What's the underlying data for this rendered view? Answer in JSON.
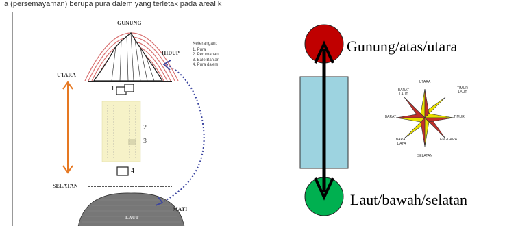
{
  "top_text": "a (persemayaman) berupa pura dalem yang terletak pada areal k",
  "left_diagram": {
    "gunung": "GUNUNG",
    "hidup": "HIDUP",
    "utara": "UTARA",
    "selatan": "SELATAN",
    "mati": "MATI",
    "laut": "LAUT",
    "num1": "1",
    "num2": "2",
    "num3": "3",
    "num4": "4",
    "legend_title": "Keterangan;",
    "legend_items": [
      "1. Pura",
      "2. Perumahan",
      "3. Bale Banjar",
      "4. Pura dalem"
    ]
  },
  "right_diagram": {
    "top_label": "Gunung/atas/utara",
    "bottom_label": "Laut/bawah/selatan",
    "colors": {
      "top_circle": "#c00000",
      "bottom_circle": "#00b050",
      "rect": "#9dd3e0",
      "star_yellow": "#e8e000",
      "star_red": "#c0302a"
    },
    "compass": {
      "utara": "UTARA",
      "timur_laut": "TIMUR LAUT",
      "timur": "TIMUR",
      "tenggara": "TENGGARA",
      "selatan": "SELATAN",
      "barat_daya": "BARAT DAYA",
      "barat": "BARAT",
      "barat_laut": "BARAT LAUT"
    }
  }
}
